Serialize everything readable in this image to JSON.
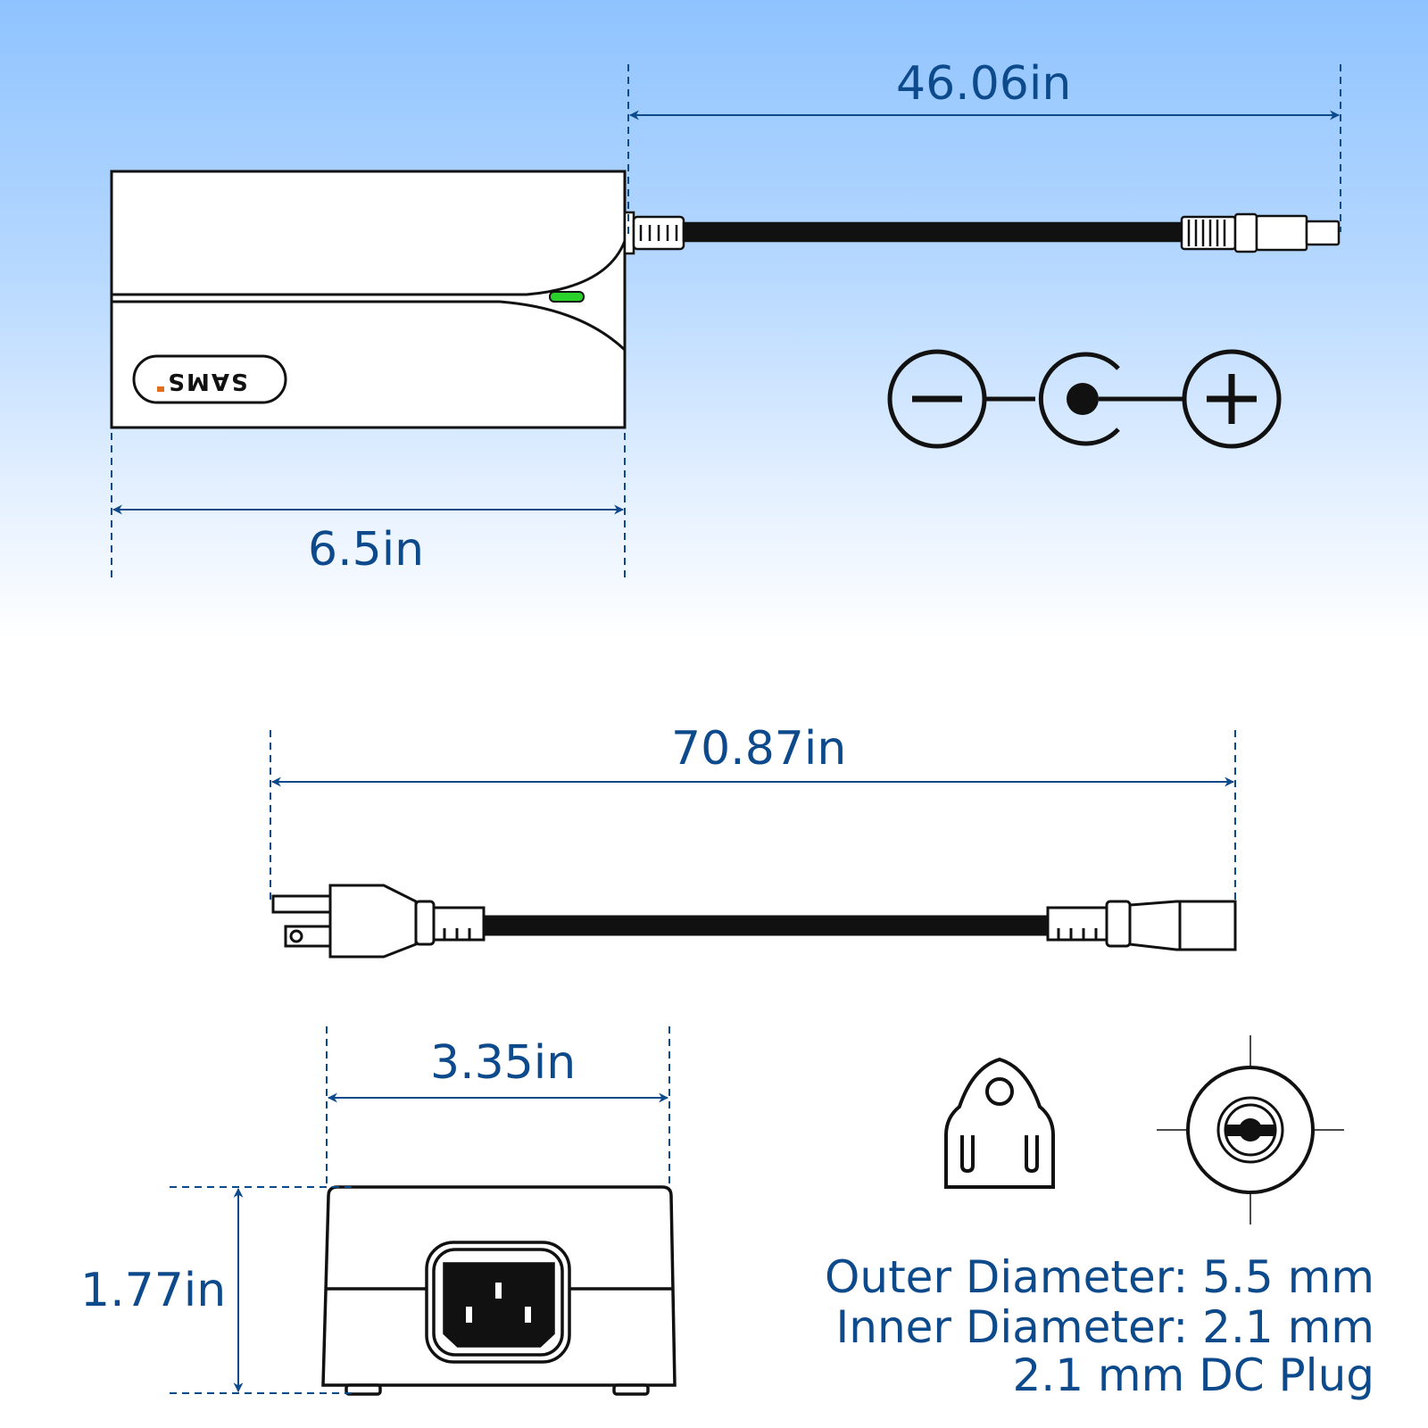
{
  "dimensions": {
    "dc_cable_length": "46.06in",
    "adapter_length": "6.5in",
    "ac_cable_length": "70.87in",
    "adapter_width": "3.35in",
    "adapter_height": "1.77in"
  },
  "brand_logo": "SAMS",
  "plug_specs": {
    "outer_diameter": "Outer Diameter: 5.5 mm",
    "inner_diameter": "Inner Diameter: 2.1 mm",
    "plug_type": "2.1 mm DC Plug"
  },
  "colors": {
    "dimension_blue": "#0d4a8c",
    "led_green": "#2bd12b",
    "outline": "#111111"
  }
}
